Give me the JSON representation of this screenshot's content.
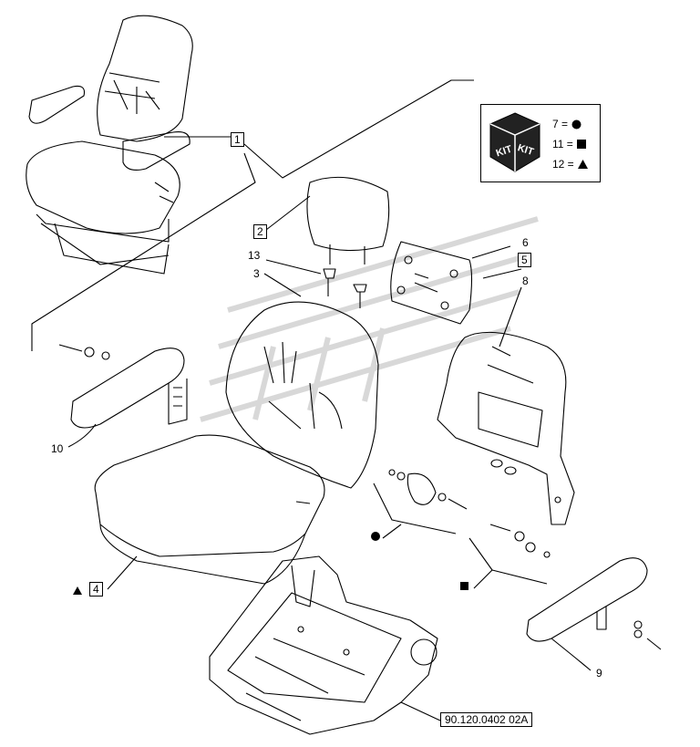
{
  "callouts": {
    "c1": "1",
    "c2": "2",
    "c3": "3",
    "c4": "4",
    "c5": "5",
    "c6": "6",
    "c8": "8",
    "c9": "9",
    "c10": "10",
    "c13": "13"
  },
  "kit_legend": {
    "icon_text_1": "KIT",
    "icon_text_2": "KIT",
    "rows": [
      {
        "label": "7 =",
        "symbol": "circle"
      },
      {
        "label": "11 =",
        "symbol": "square"
      },
      {
        "label": "12 =",
        "symbol": "triangle"
      }
    ]
  },
  "reference_code": "90.120.0402 02A",
  "colors": {
    "line": "#000000",
    "watermark": "#d8d8d8",
    "background": "#ffffff"
  }
}
